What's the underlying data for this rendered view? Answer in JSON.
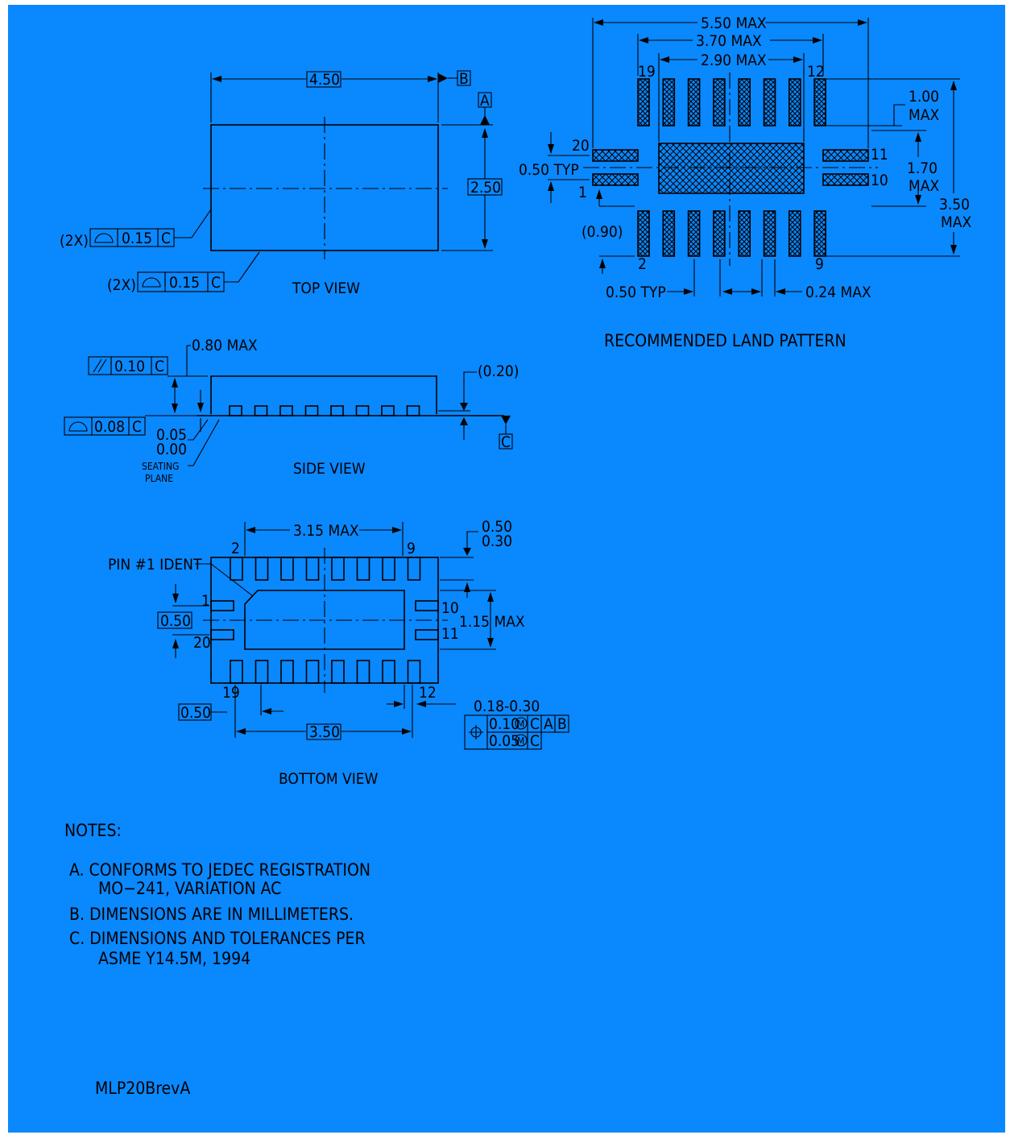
{
  "top_view": {
    "title": "TOP VIEW",
    "dim_width": "4.50",
    "dim_height": "2.50",
    "datum_a": "A",
    "datum_b": "B",
    "profile_left": {
      "count": "(2X)",
      "value": "0.15",
      "datum": "C"
    },
    "profile_bottom": {
      "count": "(2X)",
      "value": "0.15",
      "datum": "C"
    }
  },
  "side_view": {
    "title": "SIDE VIEW",
    "dim_height": "0.80 MAX",
    "parallelism": {
      "value": "0.10",
      "datum": "C"
    },
    "profile": {
      "value": "0.08",
      "datum": "C"
    },
    "standoff_max": "0.05",
    "standoff_min": "0.00",
    "lead_thickness": "(0.20)",
    "seating_plane_1": "SEATING",
    "seating_plane_2": "PLANE",
    "datum_c": "C"
  },
  "bottom_view": {
    "title": "BOTTOM VIEW",
    "dim_row_span": "3.15 MAX",
    "dim_lead_length_max": "0.50",
    "dim_lead_length_min": "0.30",
    "pin1_ident": "PIN #1 IDENT",
    "dim_pitch_side": "0.50",
    "dim_pad_height": "1.15 MAX",
    "dim_pitch_bottom": "0.50",
    "dim_span": "3.50",
    "dim_lead_width": "0.18-0.30",
    "position_tol": {
      "row1": "0.10",
      "row1_datums": [
        "C",
        "A",
        "B"
      ],
      "row2": "0.05",
      "row2_datums": [
        "C"
      ],
      "modifier": "M"
    },
    "pins": {
      "p1": "1",
      "p2": "2",
      "p9": "9",
      "p10": "10",
      "p11": "11",
      "p12": "12",
      "p19": "19",
      "p20": "20"
    }
  },
  "land_pattern": {
    "title": "RECOMMENDED LAND PATTERN",
    "dim_outer": "5.50 MAX",
    "dim_mid": "3.70 MAX",
    "dim_inner": "2.90 MAX",
    "dim_pad_h_1": "1.00",
    "dim_pad_h_2": "MAX",
    "dim_center_1": "1.70",
    "dim_center_2": "MAX",
    "dim_total_1": "3.50",
    "dim_total_2": "MAX",
    "dim_pitch_side": "0.50 TYP",
    "dim_gap": "(0.90)",
    "dim_pitch_bottom": "0.50 TYP",
    "dim_pad_w": "0.24 MAX",
    "pins": {
      "p1": "1",
      "p2": "2",
      "p9": "9",
      "p10": "10",
      "p11": "11",
      "p12": "12",
      "p19": "19",
      "p20": "20"
    }
  },
  "notes": {
    "heading": "NOTES:",
    "a1": "A.  CONFORMS  TO  JEDEC  REGISTRATION",
    "a2": "MO−241,  VARIATION  AC",
    "b": "B.  DIMENSIONS  ARE  IN  MILLIMETERS.",
    "c1": "C.  DIMENSIONS  AND  TOLERANCES  PER",
    "c2": "ASME  Y14.5M,  1994"
  },
  "drawing_id": "MLP20BrevA",
  "colors": {
    "background": "#0A88FE",
    "linework": "#000000"
  }
}
